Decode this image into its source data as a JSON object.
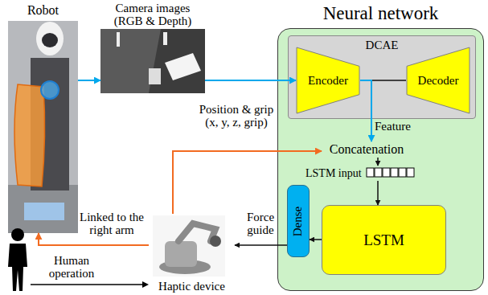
{
  "diagram": {
    "nodes": [
      {
        "text": [
          "Robot"
        ]
      },
      {
        "text": [
          "Camera images (RGB & Depth)"
        ]
      },
      {
        "text": [
          "Neural network"
        ]
      },
      {
        "text": [
          "DCAE"
        ],
        "in": 2
      },
      {
        "text": [
          "Encoder"
        ],
        "in": 3
      },
      {
        "text": [
          "Decoder"
        ],
        "in": 3
      },
      {
        "text": [
          "Concatenation"
        ],
        "in": 2
      },
      {
        "text": [
          "LSTM input"
        ],
        "in": 2
      },
      {
        "text": [
          "LSTM"
        ],
        "in": 2
      },
      {
        "text": [
          "Dense"
        ],
        "in": 2
      },
      {
        "text": [
          "Haptic device"
        ]
      }
    ],
    "edges": [
      {
        "from": 0,
        "to": 1,
        "arrow": "to"
      },
      {
        "from": 1,
        "to": 4,
        "arrow": "to"
      },
      {
        "from": 4,
        "to": 5,
        "arrow": "none"
      },
      {
        "from": 4,
        "to": 6,
        "arrow": "to",
        "label": "Feature"
      },
      {
        "from": 10,
        "to": 6,
        "arrow": "to",
        "label": "Position & grip (x, y, z, grip)"
      },
      {
        "from": 6,
        "to": 7,
        "arrow": "to"
      },
      {
        "from": 7,
        "to": 8,
        "arrow": "to"
      },
      {
        "from": 8,
        "to": 9,
        "arrow": "to"
      },
      {
        "from": 9,
        "to": 10,
        "arrow": "to",
        "label": "Force guide"
      },
      {
        "from": 10,
        "to": 0,
        "arrow": "to",
        "label": "Linked to the right arm"
      }
    ],
    "labels": [
      "Human operation"
    ]
  }
}
